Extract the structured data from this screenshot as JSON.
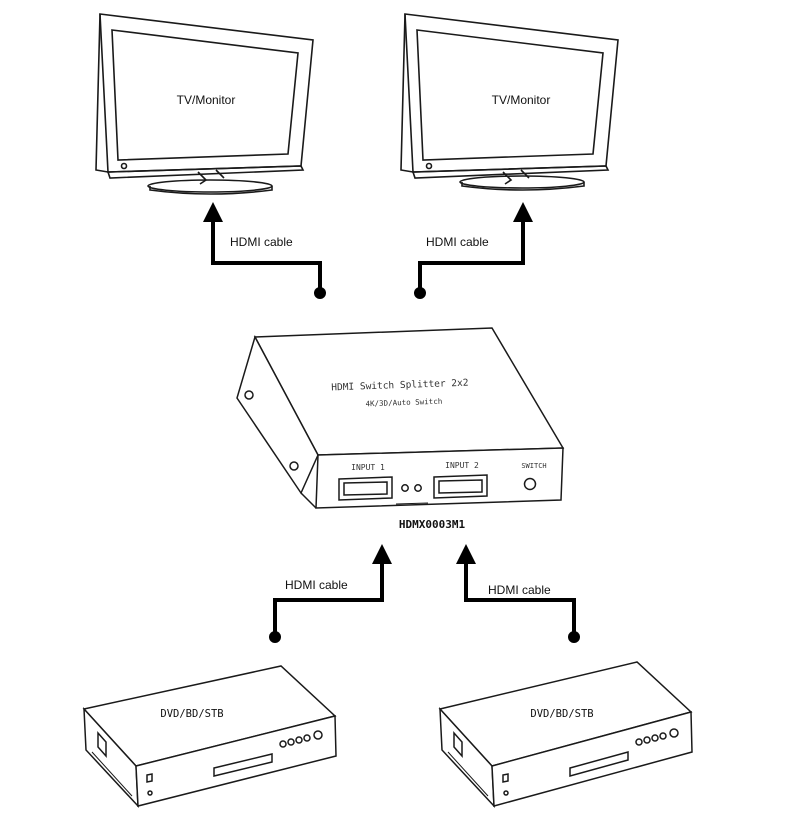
{
  "monitors": [
    {
      "label": "TV/Monitor"
    },
    {
      "label": "TV/Monitor"
    }
  ],
  "cables": [
    {
      "label": "HDMI cable"
    },
    {
      "label": "HDMI cable"
    },
    {
      "label": "HDMI cable"
    },
    {
      "label": "HDMI cable"
    }
  ],
  "device": {
    "model": "HDMX0003M1",
    "title": "HDMI Switch Splitter 2x2",
    "subtitle": "4K/3D/Auto Switch",
    "port1": "INPUT 1",
    "port2": "INPUT 2",
    "switch": "SWITCH"
  },
  "players": [
    {
      "label": "DVD/BD/STB"
    },
    {
      "label": "DVD/BD/STB"
    }
  ],
  "colors": {
    "line": "#1a1a1a",
    "cable": "#000000",
    "background": "#ffffff"
  }
}
